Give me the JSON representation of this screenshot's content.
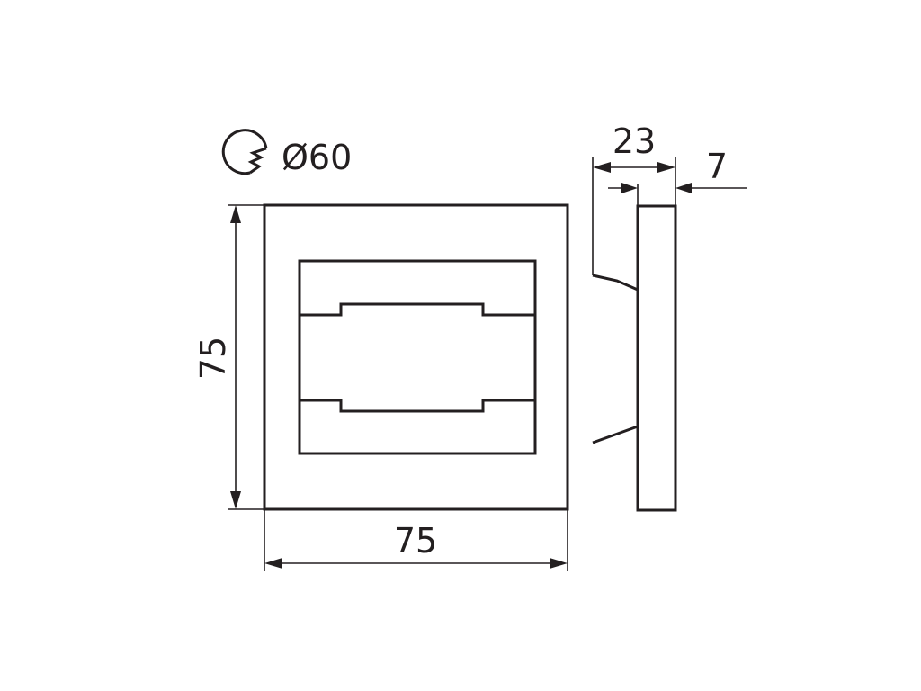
{
  "drawing": {
    "hole_label": "Ø60",
    "height_label": "75",
    "width_label": "75",
    "depth_label": "23",
    "thickness_label": "7"
  },
  "icons": {
    "cutout": "drill-hole-icon"
  },
  "colors": {
    "line": "#231f20",
    "background": "#ffffff"
  }
}
